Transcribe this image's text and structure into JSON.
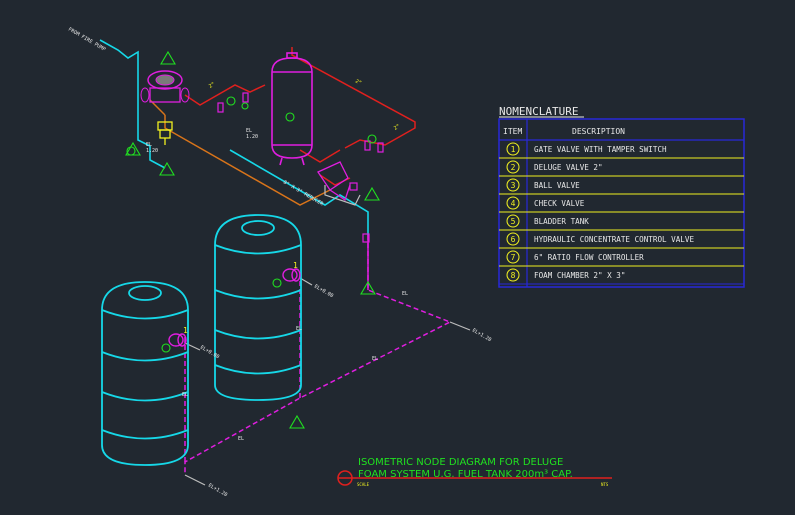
{
  "colors": {
    "background": "#212830",
    "cyan": "#16d8e8",
    "magenta": "#e01ee0",
    "red": "#e0201e",
    "orange": "#d8741a",
    "yellow": "#f0f020",
    "green": "#20e020",
    "white": "#e8e8e8",
    "blue": "#2828d8",
    "gray": "#9a9a9a"
  },
  "labels": {
    "from_fire_pump": "FROM FIRE PUMP",
    "reducer": "8\" X 3\" REDUCER",
    "tank_level_1": "EL+0.00",
    "tank_level_2": "EL+0.00",
    "pipe_end": "EL+1.20",
    "pipe_end_bottom": "EL+1.20"
  },
  "nomenclature": {
    "title": "NOMENCLATURE",
    "col_item": "ITEM",
    "col_description": "DESCRIPTION",
    "rows": [
      {
        "item": "1",
        "description": "GATE VALVE WITH TAMPER SWITCH"
      },
      {
        "item": "2",
        "description": "DELUGE VALVE 2\""
      },
      {
        "item": "3",
        "description": "BALL VALVE"
      },
      {
        "item": "4",
        "description": "CHECK VALVE"
      },
      {
        "item": "5",
        "description": "BLADDER TANK"
      },
      {
        "item": "6",
        "description": "HYDRAULIC CONCENTRATE CONTROL VALVE"
      },
      {
        "item": "7",
        "description": "6\" RATIO FLOW CONTROLLER"
      },
      {
        "item": "8",
        "description": "FOAM CHAMBER 2\" X 3\""
      }
    ]
  },
  "title_block": {
    "line1": "ISOMETRIC NODE DIAGRAM FOR DELUGE",
    "line2": "FOAM SYSTEM U.G. FUEL TANK 200m³ CAP.",
    "scale_left": "SCALE",
    "scale_right": "NTS"
  }
}
